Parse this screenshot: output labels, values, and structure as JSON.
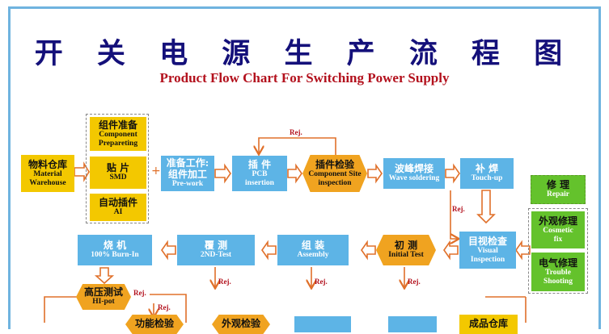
{
  "title": "开 关 电 源 生 产 流 程 图",
  "subtitle": "Product Flow Chart For Switching Power Supply",
  "nodes": {
    "material_warehouse": {
      "cn": "物料仓库",
      "en": "Material Warehouse"
    },
    "component_preparing": {
      "cn": "组件准备",
      "en": "Component Prepareting"
    },
    "smd": {
      "cn": "贴 片",
      "en": "SMD"
    },
    "ai": {
      "cn": "自动插件",
      "en": "AI"
    },
    "pre_work": {
      "cn": "准备工作:组件加工",
      "en": "Pre-work"
    },
    "pcb_insertion": {
      "cn": "插 件",
      "en": "PCB insertion"
    },
    "component_site_inspection": {
      "cn": "插件检验",
      "en": "Component Site inspection"
    },
    "wave_soldering": {
      "cn": "波峰焊接",
      "en": "Wave soldering"
    },
    "touch_up": {
      "cn": "补 焊",
      "en": "Touch-up"
    },
    "repair": {
      "cn": "修 理",
      "en": "Repair"
    },
    "cosmetic_fix": {
      "cn": "外观修理",
      "en": "Cosmetic fix"
    },
    "trouble_shooting": {
      "cn": "电气修理",
      "en": "Trouble Shooting"
    },
    "visual_inspection": {
      "cn": "目视检查",
      "en": "Visual Inspection"
    },
    "initial_test": {
      "cn": "初 测",
      "en": "Initial Test"
    },
    "assembly": {
      "cn": "组 装",
      "en": "Assembly"
    },
    "second_test": {
      "cn": "覆 测",
      "en": "2ND-Test"
    },
    "burn_in": {
      "cn": "烧 机",
      "en": "100% Burn-In"
    },
    "hi_pot": {
      "cn": "高压测试",
      "en": "HI-pot"
    },
    "function_test": {
      "cn": "功能检验",
      "en": ""
    },
    "appearance_check": {
      "cn": "外观检验",
      "en": ""
    },
    "finished_warehouse": {
      "cn": "成品仓库",
      "en": ""
    }
  },
  "rej": "Rej.",
  "plus": "+",
  "colors": {
    "blue": "#5db4e6",
    "yellow": "#f3c800",
    "orange": "#f0a320",
    "green": "#64c22c",
    "arrow": "#e0702a",
    "rej": "#b3111d",
    "title": "#14107a"
  }
}
